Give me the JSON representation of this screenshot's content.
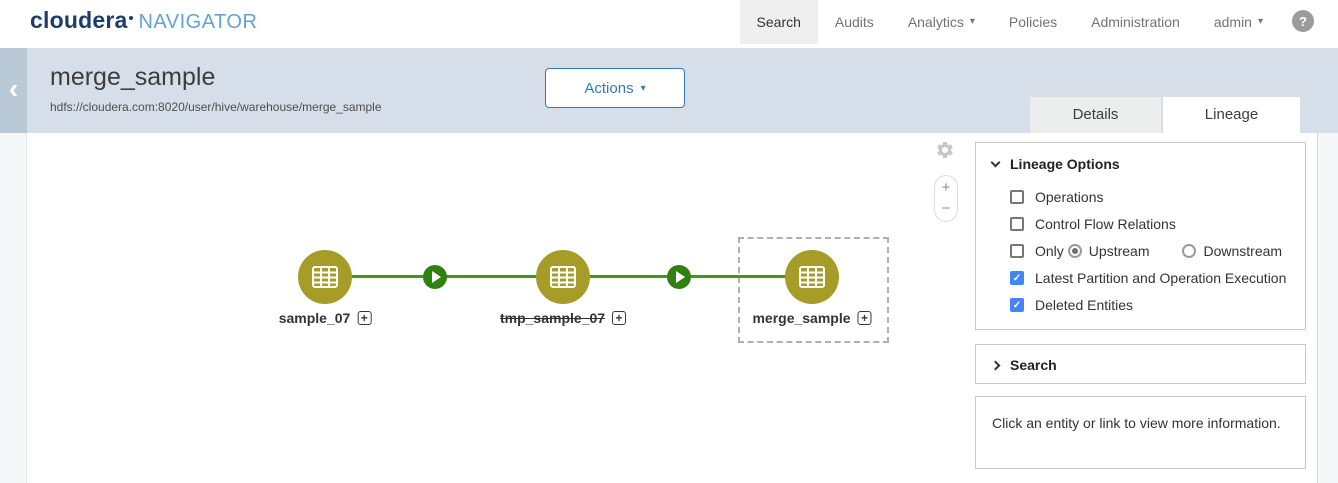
{
  "navbar": {
    "logo_primary": "cloudera",
    "logo_secondary": "NAVIGATOR",
    "items": [
      {
        "label": "Search",
        "active": true,
        "caret": false
      },
      {
        "label": "Audits",
        "active": false,
        "caret": false
      },
      {
        "label": "Analytics",
        "active": false,
        "caret": true
      },
      {
        "label": "Policies",
        "active": false,
        "caret": false
      },
      {
        "label": "Administration",
        "active": false,
        "caret": false
      },
      {
        "label": "admin",
        "active": false,
        "caret": true
      }
    ],
    "caret_icon": "▾",
    "help_icon": "?"
  },
  "header": {
    "title": "merge_sample",
    "subtitle": "hdfs://cloudera.com:8020/user/hive/warehouse/merge_sample",
    "actions_label": "Actions",
    "back_icon": "‹",
    "tabs": [
      {
        "label": "Details",
        "active": false
      },
      {
        "label": "Lineage",
        "active": true
      }
    ]
  },
  "lineage": {
    "nodes": [
      {
        "label": "sample_07",
        "type": "hive-table",
        "deleted": false,
        "selected": false
      },
      {
        "label": "tmp_sample_07",
        "type": "hive-table",
        "deleted": true,
        "selected": false
      },
      {
        "label": "merge_sample",
        "type": "hive-table",
        "deleted": false,
        "selected": true
      }
    ],
    "edges": [
      {
        "from": "sample_07",
        "to": "tmp_sample_07",
        "operation": "hive-operation"
      },
      {
        "from": "tmp_sample_07",
        "to": "merge_sample",
        "operation": "hive-operation"
      }
    ],
    "expand_icon": "+"
  },
  "options_panel": {
    "title": "Lineage Options",
    "check_glyph": "✓",
    "items": [
      {
        "label": "Operations",
        "checked": false
      },
      {
        "label": "Control Flow Relations",
        "checked": false
      },
      {
        "label": "Only",
        "checked": false,
        "radios": [
          {
            "label": "Upstream",
            "selected": true
          },
          {
            "label": "Downstream",
            "selected": false
          }
        ]
      },
      {
        "label": "Latest Partition and Operation Execution",
        "checked": true
      },
      {
        "label": "Deleted Entities",
        "checked": true
      }
    ]
  },
  "search_panel": {
    "title": "Search"
  },
  "info_panel": {
    "text": "Click an entity or link to view more information."
  },
  "zoom_controls": {
    "zoom_in": "+",
    "zoom_out": "−"
  },
  "colors": {
    "header_bg": "#d5dee9",
    "header_strip": "#b9c9d8",
    "accent_blue": "#3779b5",
    "node_olive": "#a59d27",
    "edge_green": "#44961a",
    "operation_green": "#2f820f",
    "checkbox_blue": "#4285f4",
    "logo_navy": "#1e3d6b",
    "logo_light_blue": "#64a1d9"
  }
}
